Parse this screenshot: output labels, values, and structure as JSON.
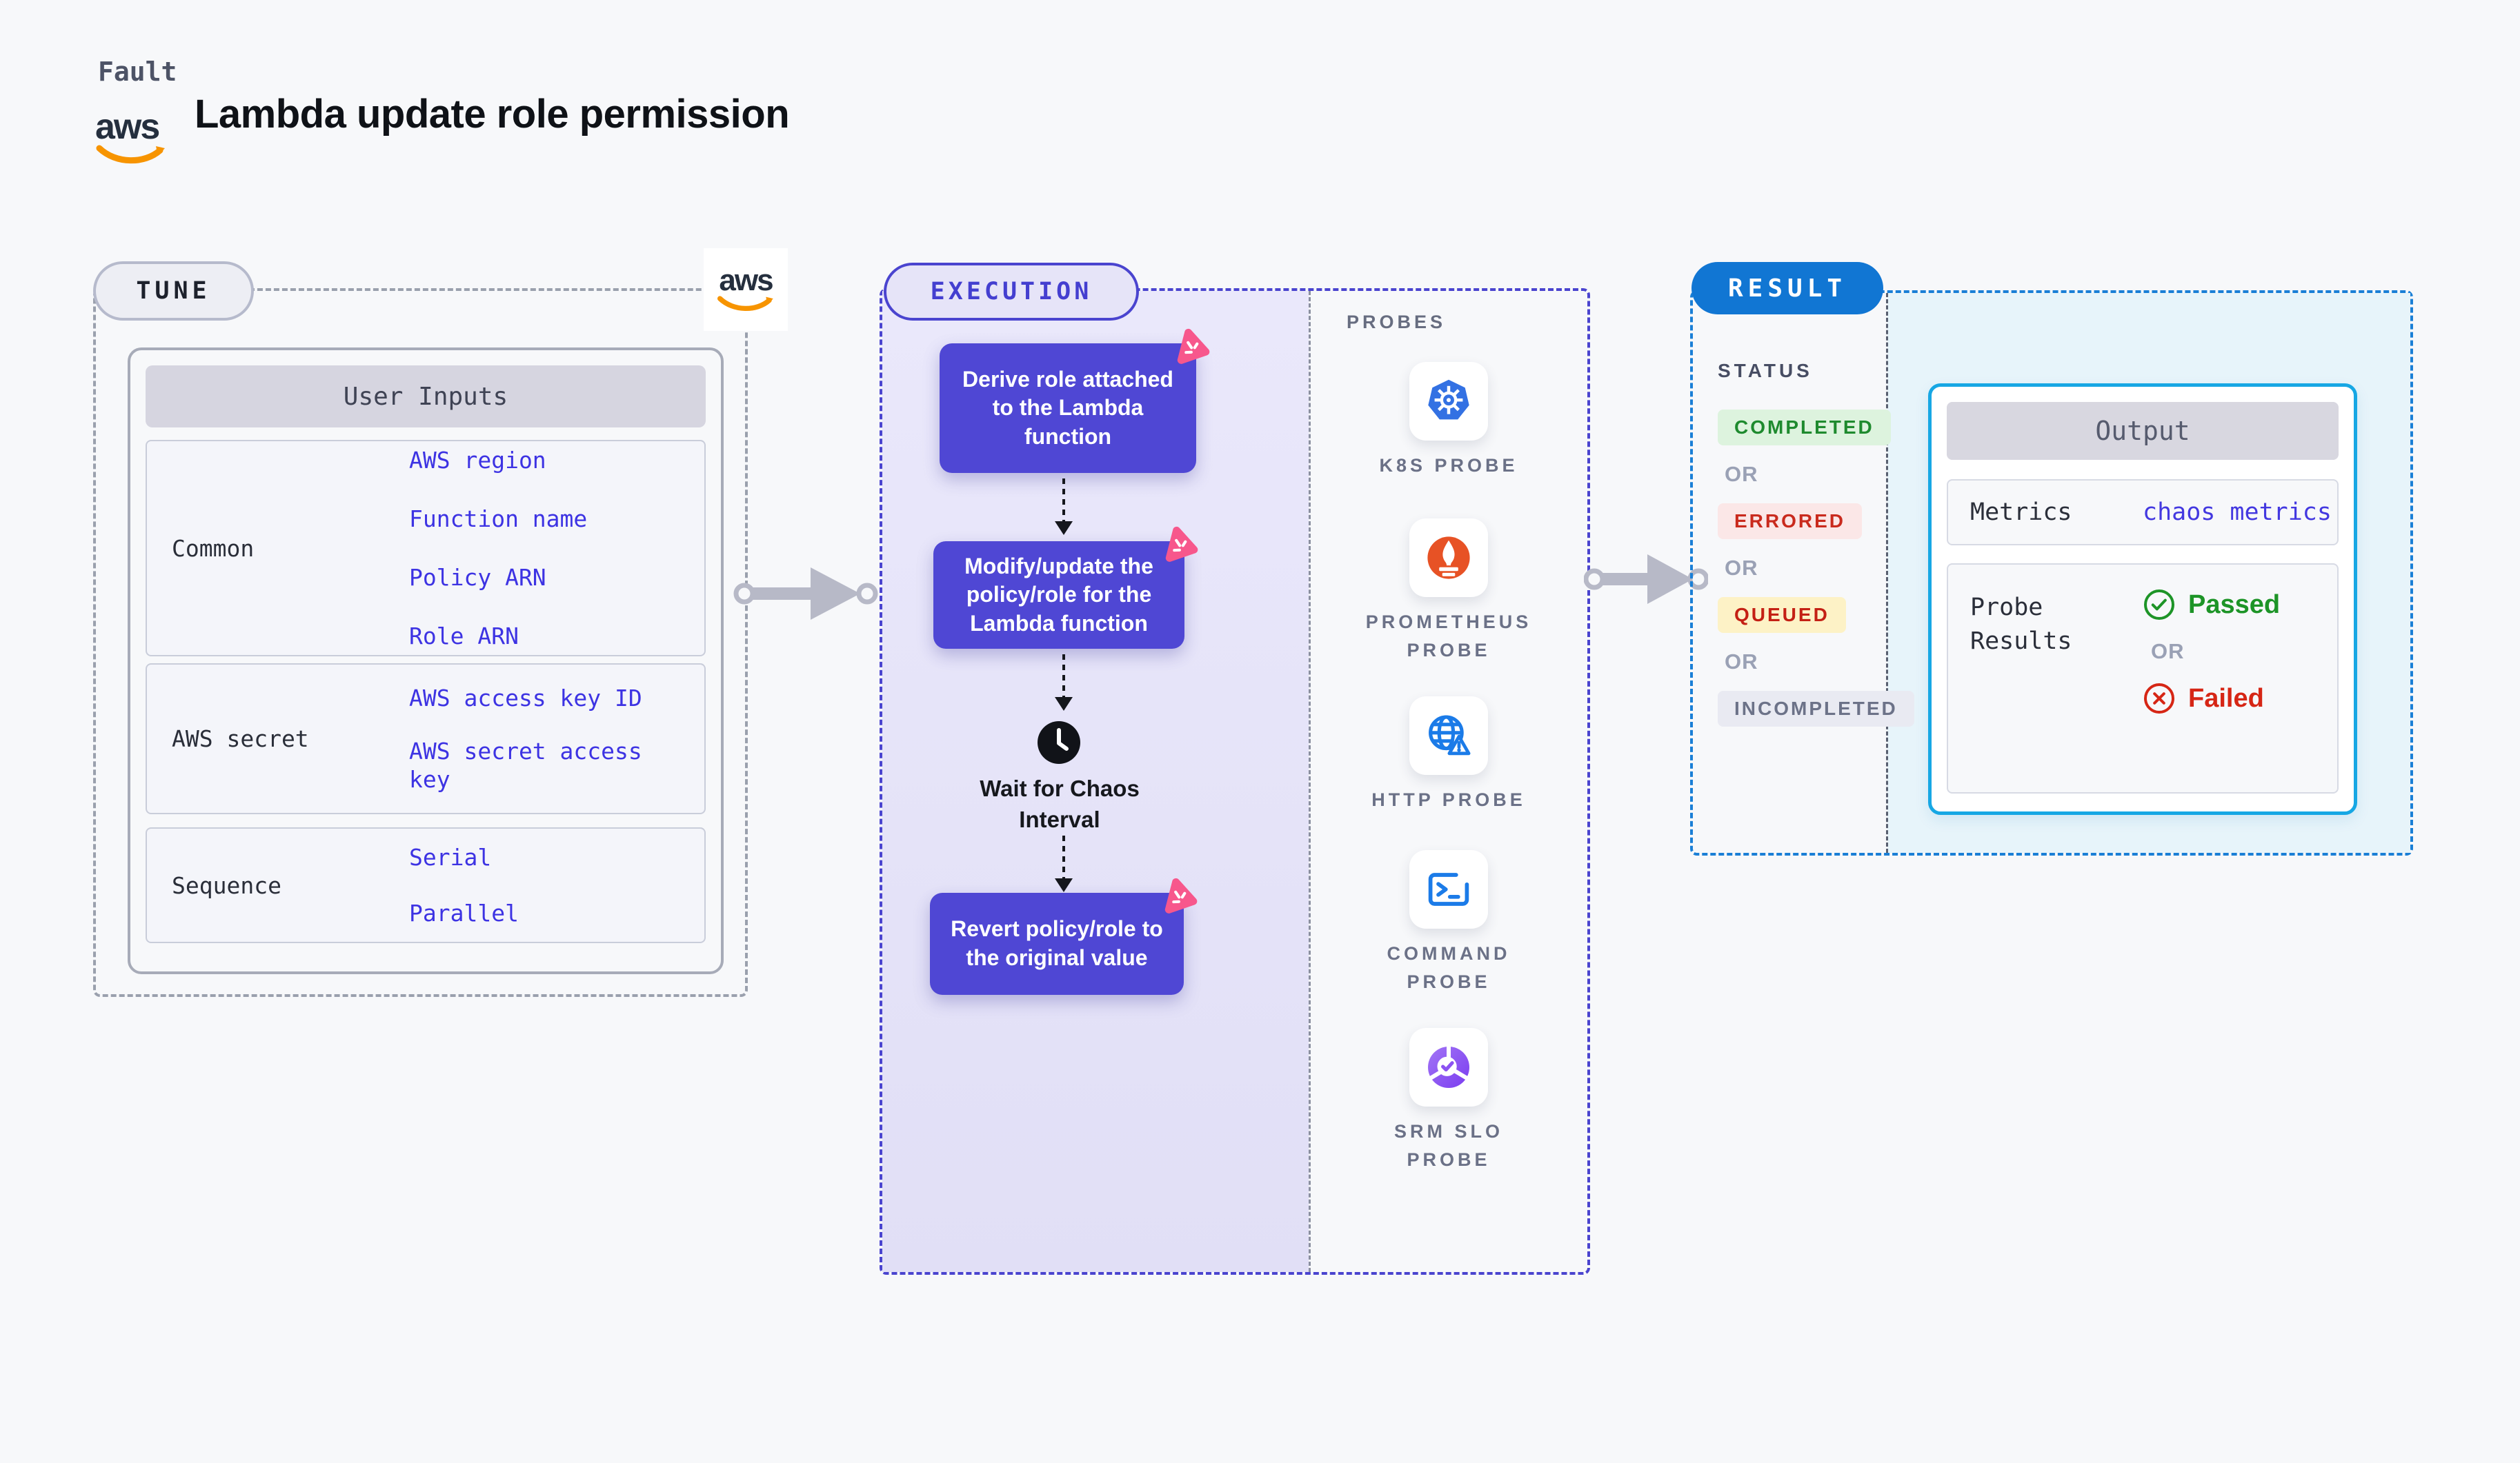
{
  "header": {
    "eyebrow": "Fault",
    "title": "Lambda update role permission",
    "aws_logo_text": "aws"
  },
  "tune": {
    "badge": "TUNE",
    "table": {
      "header": "User Inputs",
      "rows": [
        {
          "label": "Common",
          "values": [
            "AWS region",
            "Function name",
            "Policy ARN",
            "Role ARN"
          ]
        },
        {
          "label": "AWS secret",
          "values": [
            "AWS access key ID",
            "AWS secret access key"
          ]
        },
        {
          "label": "Sequence",
          "values": [
            "Serial",
            "Parallel"
          ]
        }
      ]
    }
  },
  "execution": {
    "badge": "EXECUTION",
    "steps": [
      "Derive role attached to the Lambda function",
      "Modify/update the policy/role for the Lambda function",
      "Wait for Chaos Interval",
      "Revert policy/role to the original value"
    ]
  },
  "probes": {
    "heading": "PROBES",
    "items": [
      {
        "label": "K8S PROBE",
        "icon": "kubernetes-icon"
      },
      {
        "label": "PROMETHEUS PROBE",
        "icon": "prometheus-icon"
      },
      {
        "label": "HTTP PROBE",
        "icon": "http-globe-warning-icon"
      },
      {
        "label": "COMMAND PROBE",
        "icon": "terminal-icon"
      },
      {
        "label": "SRM SLO PROBE",
        "icon": "slo-donut-check-icon"
      }
    ]
  },
  "result": {
    "badge": "RESULT",
    "status": {
      "heading": "STATUS",
      "or_label": "OR",
      "states": [
        {
          "label": "COMPLETED",
          "bg": "#ddf3de",
          "color": "#1e8a2e"
        },
        {
          "label": "ERRORED",
          "bg": "#fbe7e7",
          "color": "#c92a1d"
        },
        {
          "label": "QUEUED",
          "bg": "#fdf2c6",
          "color": "#c42014"
        },
        {
          "label": "INCOMPLETED",
          "bg": "#e9eaf2",
          "color": "#6c7288"
        }
      ]
    },
    "output": {
      "header": "Output",
      "metrics_label": "Metrics",
      "metrics_value": "chaos metrics",
      "probe_results_label": "Probe Results",
      "passed_label": "Passed",
      "or_label": "OR",
      "failed_label": "Failed"
    }
  },
  "colors": {
    "page_bg": "#f7f8fa",
    "flow_box_indigo": "#4f47d4",
    "execution_panel_lavender": "#e5e3f8",
    "execution_border": "#4a44cf",
    "tune_border": "#9aa0ad",
    "result_border": "#1a7fd6",
    "result_pill_blue": "#1176d3",
    "result_panel_cyan": "#e7f4fa",
    "link_blue": "#3d33e3",
    "chaos_pink": "#f7578c",
    "kubernetes_blue": "#3371e3",
    "prometheus_orange": "#e75225",
    "http_blue": "#1b7be8",
    "srm_purple": "#8b52f2",
    "passed_green": "#1d9427",
    "failed_red": "#d62615",
    "aws_orange": "#f79400"
  }
}
